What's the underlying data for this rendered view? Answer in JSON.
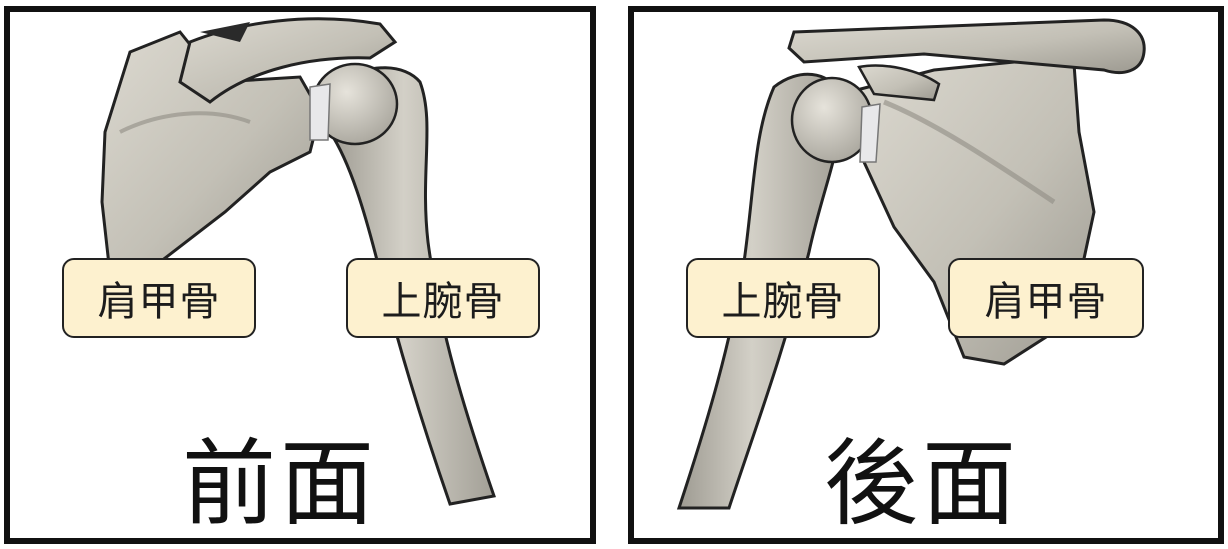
{
  "panels": [
    {
      "id": "front",
      "title": "前面",
      "labels": {
        "scapula": "肩甲骨",
        "humerus": "上腕骨"
      }
    },
    {
      "id": "back",
      "title": "後面",
      "labels": {
        "humerus": "上腕骨",
        "scapula": "肩甲骨"
      }
    }
  ],
  "colors": {
    "bone": "#c9c6bc",
    "bone_shadow": "#8f8c84",
    "label_bg": "#fdf1cf",
    "border": "#111111"
  }
}
